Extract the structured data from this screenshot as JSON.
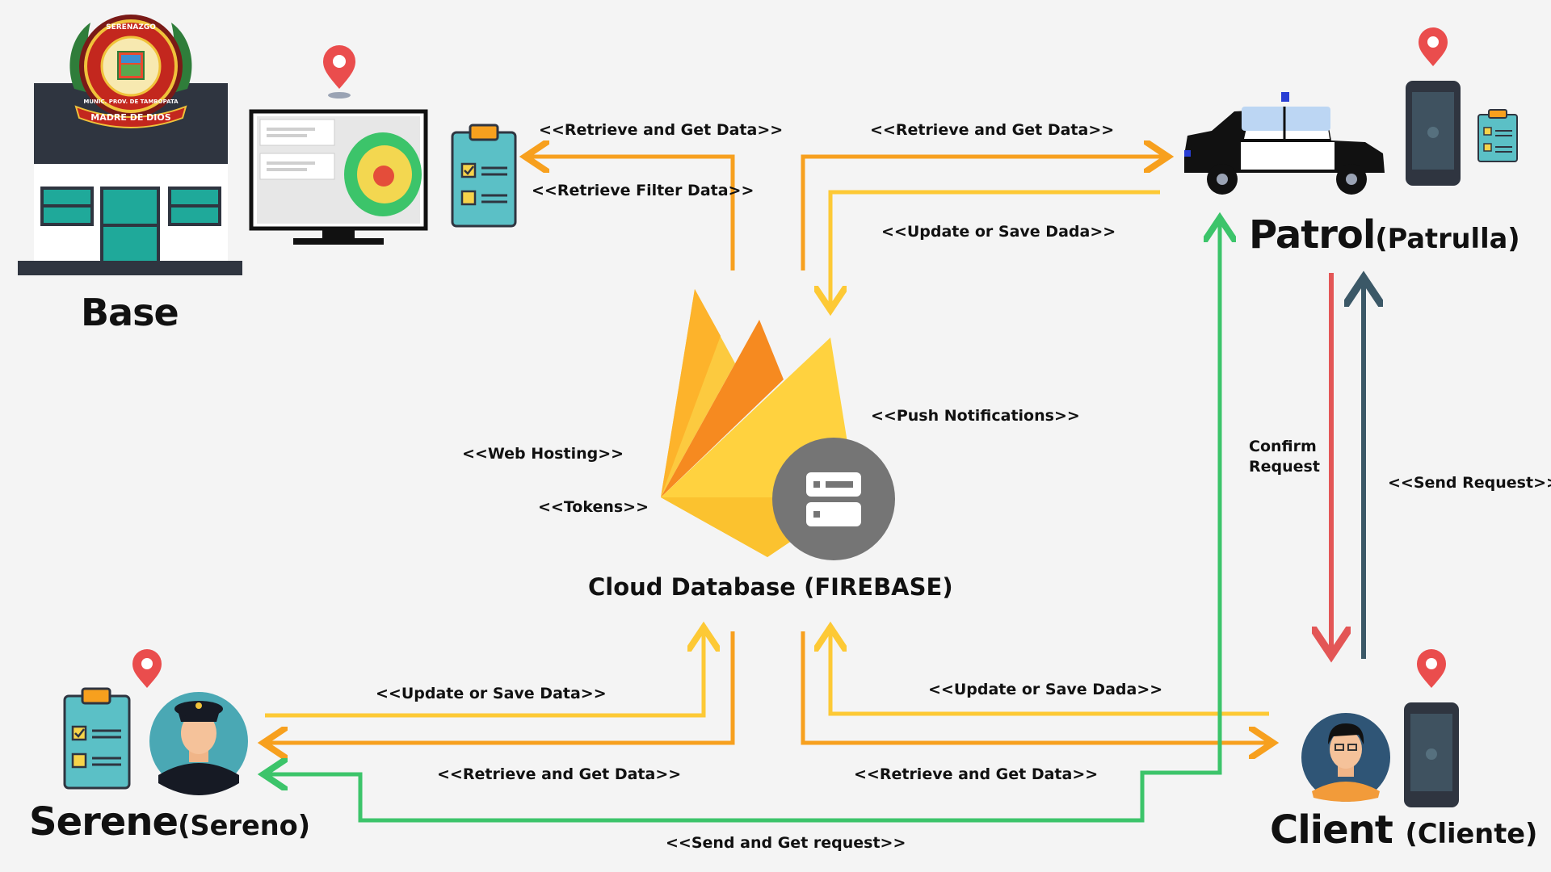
{
  "emblem": {
    "text_top": "SERENAZGO",
    "text_mid": "MUNIC. PROV. DE TAMBOPATA",
    "text_bottom": "MADRE DE DIOS"
  },
  "actors": {
    "base": "Base",
    "patrol": {
      "main": "Patrol",
      "sub": "(Patrulla)"
    },
    "serene": {
      "main": "Serene",
      "sub": "(Sereno)"
    },
    "client": {
      "main": "Client ",
      "sub": "(Cliente)"
    }
  },
  "center_title": "Cloud Database (FIREBASE)",
  "labels": {
    "base_retrieve": "<<Retrieve and  Get Data>>",
    "base_filter": "<<Retrieve Filter Data>>",
    "patrol_retrieve": "<<Retrieve and  Get Data>>",
    "patrol_update": "<<Update or Save Dada>>",
    "push": "<<Push Notifications>>",
    "web_hosting": "<<Web Hosting>>",
    "tokens": "<<Tokens>>",
    "serene_update": "<<Update or Save Data>>",
    "serene_retrieve": "<<Retrieve and  Get Data>>",
    "client_update": "<<Update or Save Dada>>",
    "client_retrieve": "<<Retrieve and  Get Data>>",
    "send_get": "<<Send and Get request>>",
    "confirm_line1": "Confirm",
    "confirm_line2": "Request",
    "send_request": "<<Send Request>>"
  },
  "colors": {
    "orange": "#f7a01e",
    "yellow": "#fdc935",
    "green": "#3cc46a",
    "red": "#e35656",
    "slate": "#3b5867",
    "teal": "#1fa99a",
    "pin": "#ea4d4d"
  }
}
